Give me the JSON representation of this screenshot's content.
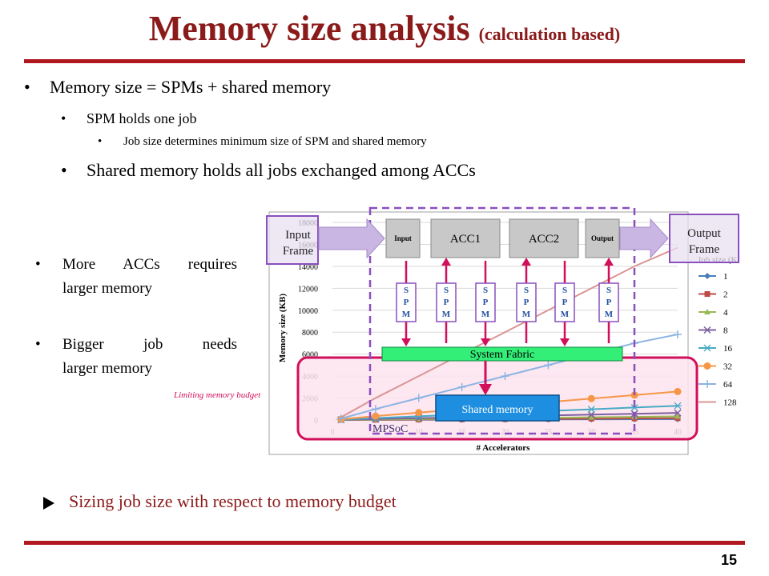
{
  "title": {
    "main": "Memory size analysis",
    "sub": "(calculation based)"
  },
  "bullets": [
    {
      "level": 1,
      "text": "Memory size = SPMs + shared memory"
    },
    {
      "level": 2,
      "text": "SPM holds one job"
    },
    {
      "level": 3,
      "text": "Job size determines minimum size of SPM and shared memory"
    },
    {
      "level": 2,
      "text": "Shared memory holds all jobs exchanged among ACCs"
    }
  ],
  "side_bullets": {
    "more_accs": {
      "line1": "More ACCs requires",
      "line2": "larger memory"
    },
    "bigger_job": {
      "line1": "Bigger job needs",
      "line2": "larger memory"
    }
  },
  "conclusion": "Sizing job size with respect to memory budget",
  "slide_number": "15",
  "diagram": {
    "input_frame": "Input Frame",
    "output_frame": "Output Frame",
    "input_block": "Input",
    "acc1": "ACC1",
    "acc2": "ACC2",
    "output_block": "Output",
    "spm_label": [
      "S",
      "P",
      "M"
    ],
    "system_fabric": "System Fabric",
    "shared_memory": "Shared memory",
    "mpsoc": "MPSoC",
    "limiting_budget": "Limiting memory budget"
  },
  "colors": {
    "title": "#8b1a1a",
    "rule": "#b0171f",
    "fabric": "#33ee77",
    "shared_memory": "#1e8fe0",
    "dashed_box": "#8a4fbf",
    "limit_box": "#d10f5a",
    "spm_arrow": "#d10f5a"
  },
  "chart_data": {
    "type": "line",
    "xlabel": "# Accelerators",
    "ylabel": "Memory size (KB)",
    "legend_title": "Job size (K",
    "xlim": [
      0,
      40
    ],
    "ylim": [
      0,
      18000
    ],
    "xticks": [
      0,
      5,
      10,
      15,
      20,
      25,
      30,
      35,
      40
    ],
    "yticks": [
      0,
      2000,
      4000,
      6000,
      8000,
      10000,
      12000,
      14000,
      16000,
      18000
    ],
    "x": [
      1,
      5,
      10,
      15,
      20,
      25,
      30,
      35,
      40
    ],
    "series": [
      {
        "name": "1",
        "color": "#4a7ebb",
        "marker": "diamond",
        "values": [
          2,
          11,
          21,
          31,
          41,
          51,
          61,
          71,
          81
        ]
      },
      {
        "name": "2",
        "color": "#be4b48",
        "marker": "square",
        "values": [
          4,
          22,
          42,
          62,
          82,
          102,
          122,
          142,
          162
        ]
      },
      {
        "name": "4",
        "color": "#98b954",
        "marker": "triangle",
        "values": [
          8,
          44,
          84,
          124,
          164,
          204,
          244,
          284,
          324
        ]
      },
      {
        "name": "8",
        "color": "#7d60a0",
        "marker": "x",
        "values": [
          16,
          88,
          168,
          248,
          328,
          408,
          488,
          568,
          648
        ]
      },
      {
        "name": "16",
        "color": "#46aac4",
        "marker": "star",
        "values": [
          32,
          176,
          336,
          496,
          656,
          816,
          976,
          1136,
          1296
        ]
      },
      {
        "name": "32",
        "color": "#f79646",
        "marker": "circle",
        "values": [
          64,
          352,
          672,
          992,
          1312,
          1632,
          1952,
          2272,
          2592
        ]
      },
      {
        "name": "64",
        "color": "#8cb4e2",
        "marker": "plus",
        "values": [
          128,
          1000,
          2000,
          3000,
          4000,
          5000,
          6000,
          7000,
          7800
        ]
      },
      {
        "name": "128",
        "color": "#d99594",
        "marker": "none",
        "values": [
          256,
          2000,
          4000,
          6000,
          8000,
          10000,
          12000,
          14000,
          15700
        ]
      }
    ]
  }
}
